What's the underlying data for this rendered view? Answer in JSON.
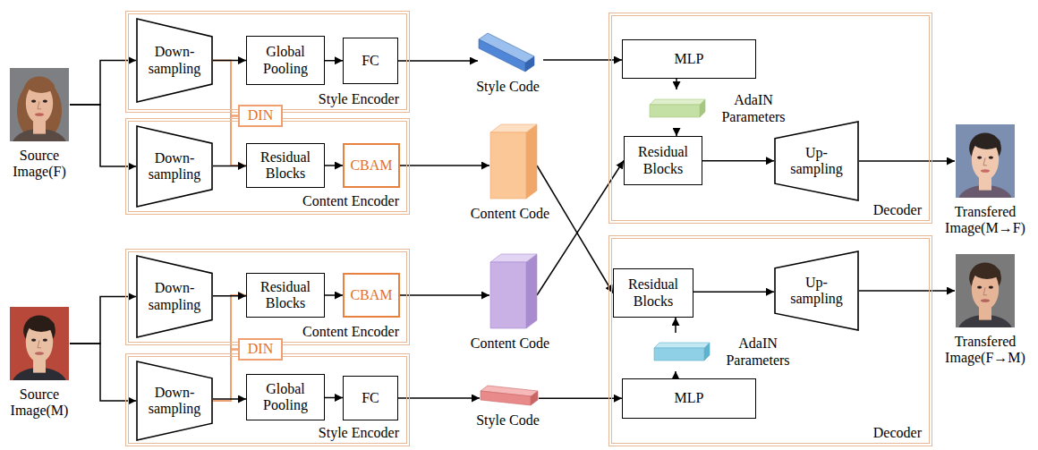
{
  "diagram": {
    "nodes": [
      {
        "text": [
          "Source Image(F)"
        ]
      },
      {
        "text": [
          "Style Encoder"
        ]
      },
      {
        "text": [
          "Down- sampling"
        ],
        "in": 1
      },
      {
        "text": [
          "Global Pooling"
        ],
        "in": 1
      },
      {
        "text": [
          "FC"
        ],
        "in": 1
      },
      {
        "text": [
          "DIN"
        ]
      },
      {
        "text": [
          "Content Encoder"
        ]
      },
      {
        "text": [
          "Down- sampling"
        ],
        "in": 6
      },
      {
        "text": [
          "Residual Blocks"
        ],
        "in": 6
      },
      {
        "text": [
          "CBAM"
        ],
        "in": 6
      },
      {
        "text": [
          "Style Code"
        ]
      },
      {
        "text": [
          "Content Code"
        ]
      },
      {
        "text": [
          "Decoder"
        ]
      },
      {
        "text": [
          "MLP"
        ],
        "in": 12
      },
      {
        "text": [
          "AdaIN Parameters"
        ],
        "in": 12
      },
      {
        "text": [
          "Residual Blocks"
        ],
        "in": 12
      },
      {
        "text": [
          "Up- sampling"
        ],
        "in": 12
      },
      {
        "text": [
          "Transfered Image(M→F)"
        ]
      },
      {
        "text": [
          "Content Encoder"
        ]
      },
      {
        "text": [
          "Down- sampling"
        ],
        "in": 18
      },
      {
        "text": [
          "Residual Blocks"
        ],
        "in": 18
      },
      {
        "text": [
          "CBAM"
        ],
        "in": 18
      },
      {
        "text": [
          "Content Code"
        ]
      },
      {
        "text": [
          "Source Image(M)"
        ]
      },
      {
        "text": [
          "DIN"
        ]
      },
      {
        "text": [
          "Style Encoder"
        ]
      },
      {
        "text": [
          "Down- sampling"
        ],
        "in": 25
      },
      {
        "text": [
          "Global Pooling"
        ],
        "in": 25
      },
      {
        "text": [
          "FC"
        ],
        "in": 25
      },
      {
        "text": [
          "Style Code"
        ]
      },
      {
        "text": [
          "Decoder"
        ]
      },
      {
        "text": [
          "Residual Blocks"
        ],
        "in": 30
      },
      {
        "text": [
          "Up- sampling"
        ],
        "in": 30
      },
      {
        "text": [
          "AdaIN Parameters"
        ],
        "in": 30
      },
      {
        "text": [
          "MLP"
        ],
        "in": 30
      },
      {
        "text": [
          "Transfered Image(F→M)"
        ]
      }
    ],
    "edges": [
      {
        "from": 0,
        "to": 2,
        "arrow": "to"
      },
      {
        "from": 0,
        "to": 7,
        "arrow": "to"
      },
      {
        "from": 2,
        "to": 3,
        "arrow": "to"
      },
      {
        "from": 3,
        "to": 4,
        "arrow": "to"
      },
      {
        "from": 4,
        "to": 10,
        "arrow": "to"
      },
      {
        "from": 2,
        "to": 5,
        "arrow": "none"
      },
      {
        "from": 5,
        "to": 8,
        "arrow": "to"
      },
      {
        "from": 7,
        "to": 8,
        "arrow": "to"
      },
      {
        "from": 8,
        "to": 9,
        "arrow": "to"
      },
      {
        "from": 9,
        "to": 11,
        "arrow": "to"
      },
      {
        "from": 10,
        "to": 13,
        "arrow": "to"
      },
      {
        "from": 11,
        "to": 31,
        "arrow": "to"
      },
      {
        "from": 13,
        "to": 14,
        "arrow": "to"
      },
      {
        "from": 14,
        "to": 15,
        "arrow": "to"
      },
      {
        "from": 15,
        "to": 16,
        "arrow": "to"
      },
      {
        "from": 16,
        "to": 17,
        "arrow": "to"
      },
      {
        "from": 22,
        "to": 15,
        "arrow": "to"
      },
      {
        "from": 23,
        "to": 19,
        "arrow": "to"
      },
      {
        "from": 23,
        "to": 26,
        "arrow": "to"
      },
      {
        "from": 19,
        "to": 20,
        "arrow": "to"
      },
      {
        "from": 20,
        "to": 21,
        "arrow": "to"
      },
      {
        "from": 21,
        "to": 22,
        "arrow": "to"
      },
      {
        "from": 26,
        "to": 24,
        "arrow": "none"
      },
      {
        "from": 24,
        "to": 20,
        "arrow": "to"
      },
      {
        "from": 26,
        "to": 27,
        "arrow": "to"
      },
      {
        "from": 27,
        "to": 28,
        "arrow": "to"
      },
      {
        "from": 28,
        "to": 29,
        "arrow": "to"
      },
      {
        "from": 29,
        "to": 34,
        "arrow": "to"
      },
      {
        "from": 34,
        "to": 33,
        "arrow": "to"
      },
      {
        "from": 33,
        "to": 31,
        "arrow": "to"
      },
      {
        "from": 31,
        "to": 32,
        "arrow": "to"
      },
      {
        "from": 32,
        "to": 35,
        "arrow": "to"
      }
    ]
  }
}
